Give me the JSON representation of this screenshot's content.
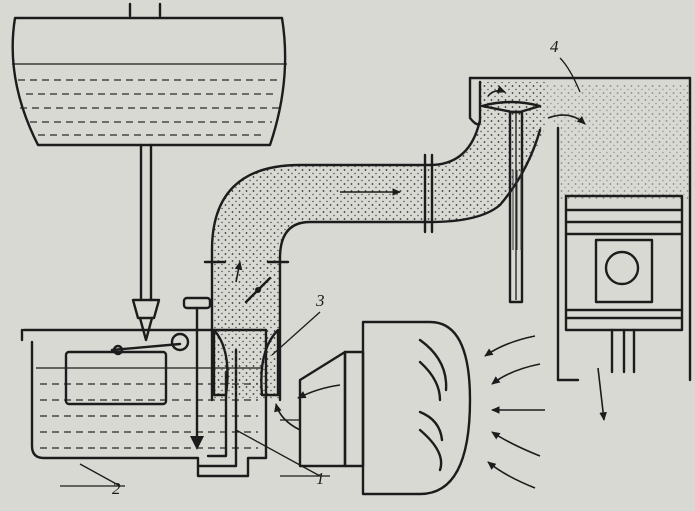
{
  "labels": {
    "part_1": "1",
    "part_2": "2",
    "part_3": "3",
    "part_4": "4"
  },
  "colors": {
    "paper": "#d9d9d4",
    "ink": "#1c1c1c"
  }
}
